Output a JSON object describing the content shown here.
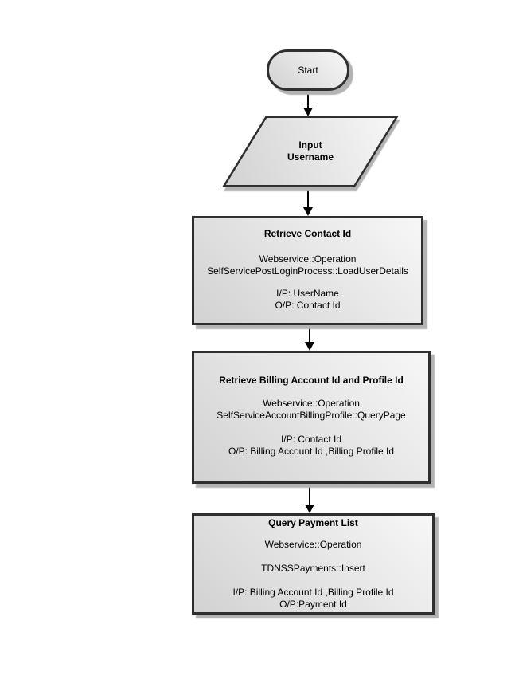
{
  "diagram": {
    "type": "flowchart",
    "background": "#ffffff",
    "nodes": {
      "start": {
        "shape": "terminator",
        "label": "Start"
      },
      "input": {
        "shape": "parallelogram-io",
        "line1": "Input",
        "line2": "Username"
      },
      "box1": {
        "shape": "process",
        "title": "Retrieve Contact Id",
        "line1": "Webservice::Operation",
        "line2": "SelfServicePostLoginProcess::LoadUserDetails",
        "line3": "I/P: UserName",
        "line4": "O/P: Contact Id"
      },
      "box2": {
        "shape": "process",
        "title": "Retrieve Billing Account Id and Profile Id",
        "line1": "Webservice::Operation",
        "line2": "SelfServiceAccountBillingProfile::QueryPage",
        "line3": "I/P: Contact Id",
        "line4": "O/P: Billing Account Id ,Billing Profile Id"
      },
      "box3": {
        "shape": "process",
        "title": "Query Payment List",
        "line1": "Webservice::Operation",
        "line2": "TDNSSPayments::Insert",
        "line3": "I/P: Billing Account Id ,Billing Profile Id",
        "line4": "O/P:Payment Id"
      }
    },
    "edges": [
      {
        "from": "start",
        "to": "input",
        "style": "arrow-down"
      },
      {
        "from": "input",
        "to": "box1",
        "style": "arrow-down"
      },
      {
        "from": "box1",
        "to": "box2",
        "style": "arrow-down"
      },
      {
        "from": "box2",
        "to": "box3",
        "style": "arrow-down"
      }
    ]
  },
  "colors": {
    "border": "#2f2f2f",
    "fill-light": "#f7f7f7",
    "fill-dark": "#d2d2d2",
    "shadow": "#b3b3b3",
    "line": "#000000",
    "text": "#000000"
  }
}
